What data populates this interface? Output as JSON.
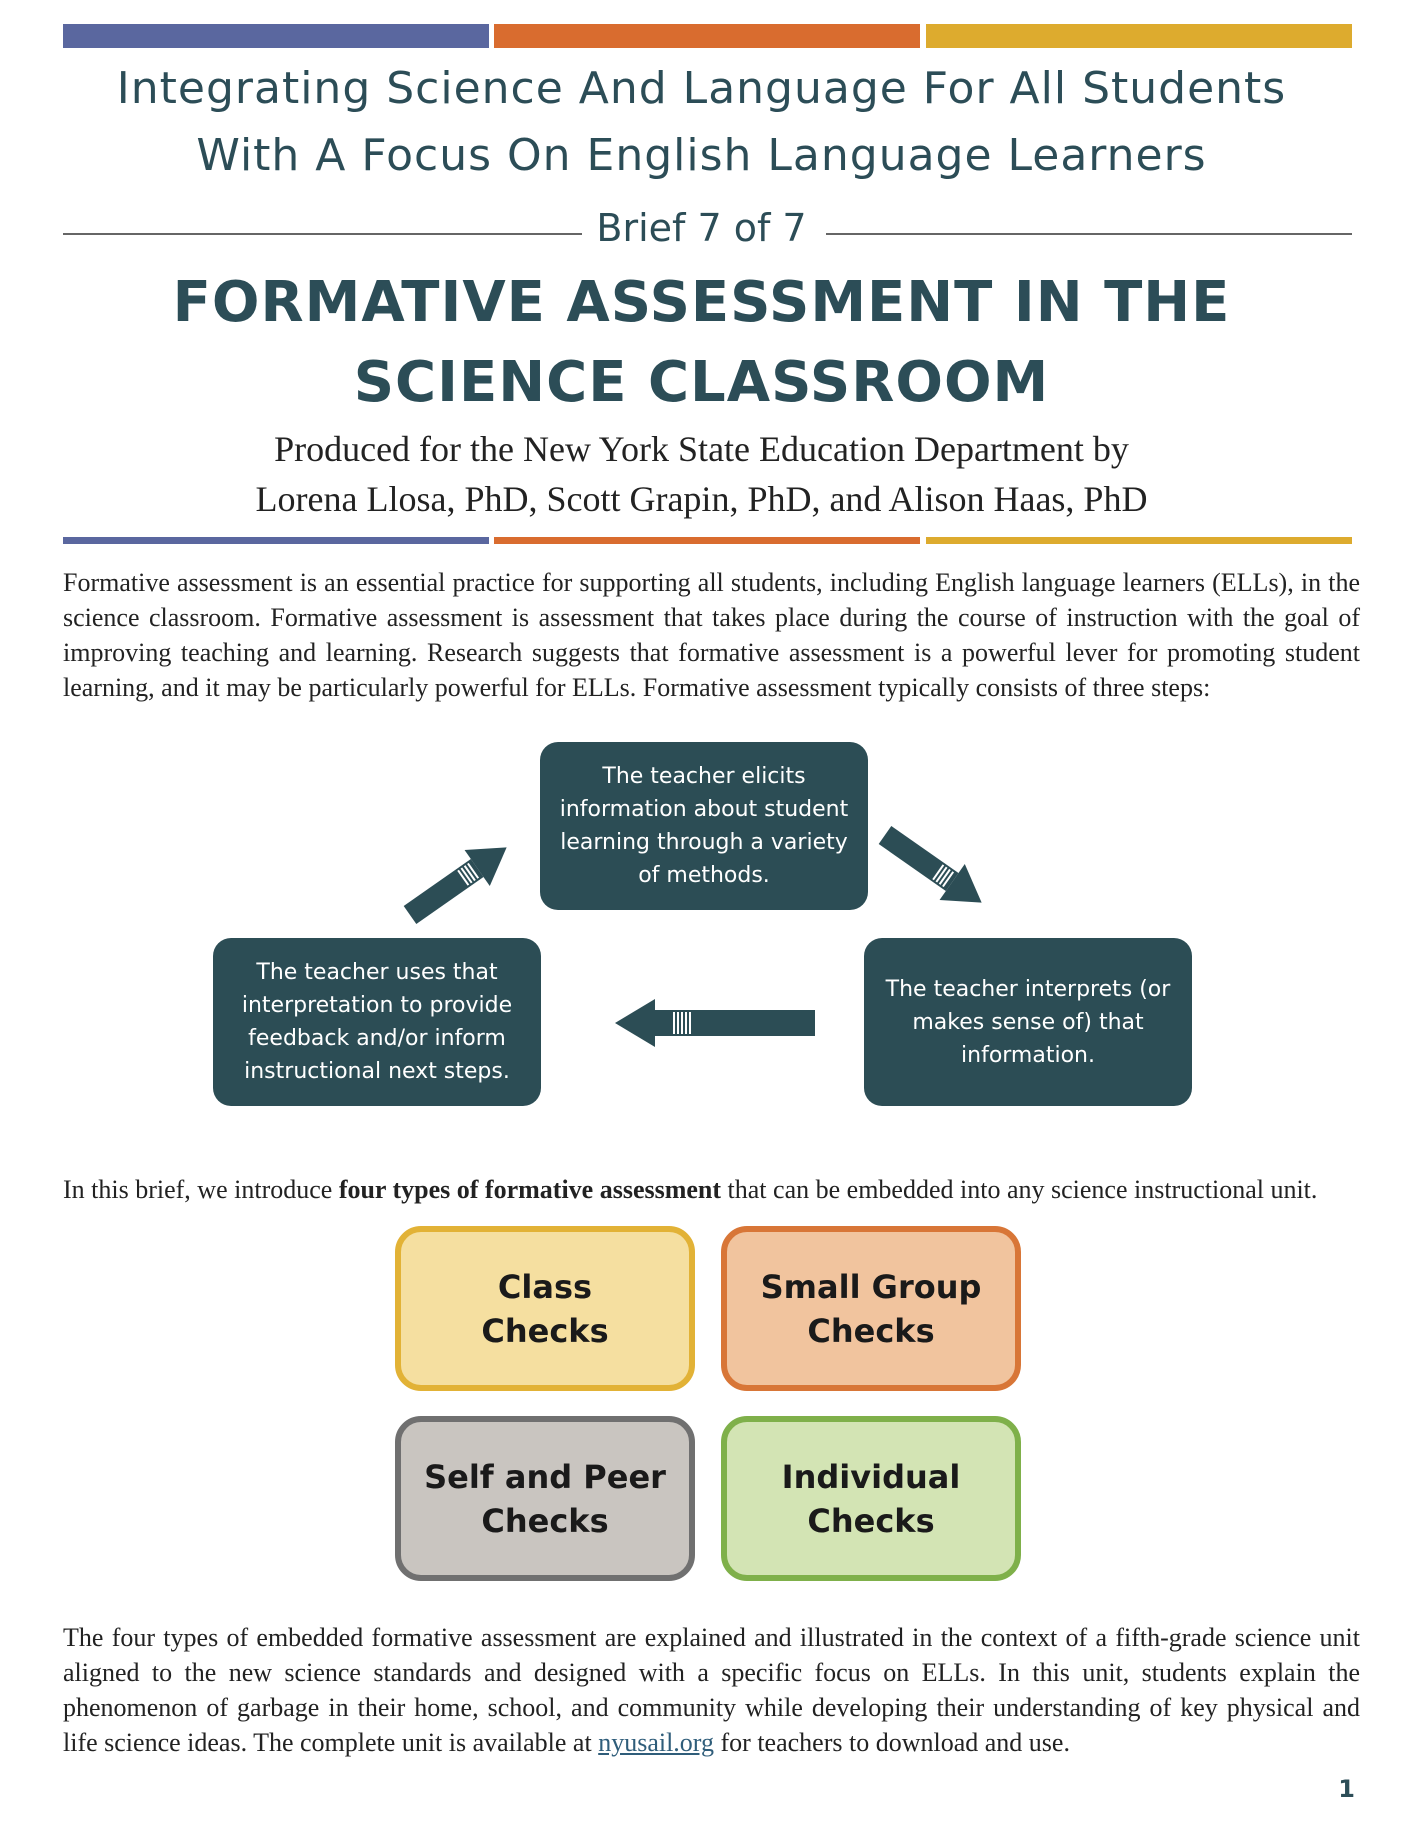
{
  "colors": {
    "bar_blue": "#5a679f",
    "bar_orange": "#d96c2f",
    "bar_gold": "#ddab2e",
    "heading_teal": "#2c4d57",
    "step_box": "#2c4d55"
  },
  "header": {
    "line1": "Integrating Science And Language For All Students",
    "line2": "With A Focus On English Language Learners",
    "brief": "Brief 7 of 7",
    "title_line1": "FORMATIVE ASSESSMENT IN THE",
    "title_line2": "SCIENCE CLASSROOM",
    "byline1": "Produced for the New York State Education Department by",
    "byline2": "Lorena Llosa, PhD, Scott Grapin, PhD, and Alison Haas, PhD"
  },
  "intro": "Formative assessment is an essential practice for supporting all students, including English language learners (ELLs), in the science classroom. Formative assessment is assessment that takes place during the course of instruction with the goal of improving teaching and learning. Research suggests that formative assessment is a powerful lever for promoting student learning, and it may be particularly powerful for ELLs. Formative assessment typically consists of three steps:",
  "cycle": {
    "elicit": "The teacher elicits information about student learning through a variety of methods.",
    "interpret": "The teacher interprets (or makes sense of) that information.",
    "use": "The teacher uses that interpretation to provide feedback and/or inform instructional next steps."
  },
  "four_types_intro": {
    "before": "In this brief, we introduce ",
    "bold": "four types of formative assessment",
    "after": " that can be embedded into any science instructional unit."
  },
  "types": {
    "class": {
      "line1": "Class",
      "line2": "Checks",
      "fill": "#f5dfa0",
      "border": "#e2b236"
    },
    "small_group": {
      "line1": "Small Group",
      "line2": "Checks",
      "fill": "#f1c49e",
      "border": "#d87637"
    },
    "self_peer": {
      "line1": "Self and Peer",
      "line2": "Checks",
      "fill": "#c9c5c0",
      "border": "#707070"
    },
    "individual": {
      "line1": "Individual",
      "line2": "Checks",
      "fill": "#d3e4b4",
      "border": "#7fb04a"
    }
  },
  "closing": {
    "text": "The four types of embedded formative assessment are explained and illustrated in the context of a fifth-grade science unit aligned to the new science standards and designed with a specific focus on ELLs. In this unit, students explain the phenomenon of garbage in their home, school, and community while developing their understanding of key physical and life science ideas. The complete unit is available at ",
    "link": "nyusail.org",
    "tail": " for teachers to download and use."
  },
  "page_number": "1"
}
